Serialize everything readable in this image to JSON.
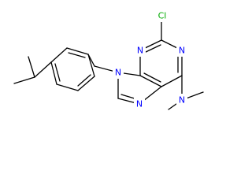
{
  "molecule": {
    "atoms": {
      "cl": "Cl",
      "n_top_left": "N",
      "n_top_right": "N",
      "n_nine": "N",
      "n_seven": "N",
      "n_amine": "N"
    },
    "colors": {
      "bond": "#000000",
      "chlorine": "#00aa00",
      "nitrogen": "#0000ff",
      "background": "#ffffff"
    }
  }
}
